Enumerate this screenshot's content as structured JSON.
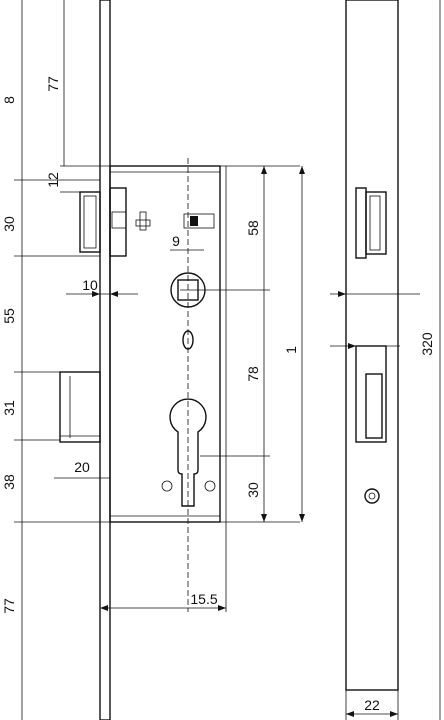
{
  "diagram": {
    "front_view": {
      "dimensions": {
        "d8": "8",
        "d77_top": "77",
        "d12": "12",
        "d30_left": "30",
        "d55": "55",
        "d31": "31",
        "d38": "38",
        "d77_bottom": "77",
        "d10": "10",
        "d20": "20",
        "d9": "9",
        "d58": "58",
        "d78": "78",
        "d1": "1",
        "d30_right": "30",
        "d15_5": "15.5"
      }
    },
    "side_view": {
      "dimensions": {
        "d320": "320",
        "d22": "22"
      }
    }
  }
}
